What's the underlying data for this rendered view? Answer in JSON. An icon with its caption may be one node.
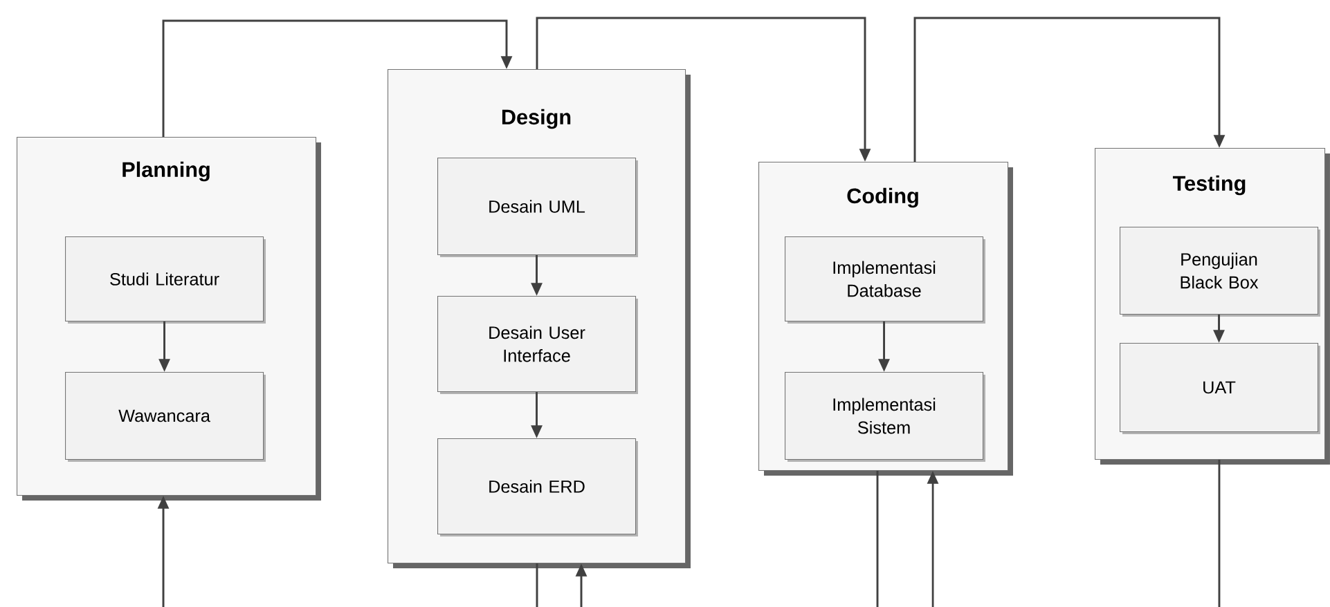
{
  "diagram": {
    "nodes": [
      {
        "text": [
          "Planning"
        ]
      },
      {
        "text": [
          "Studi Literatur"
        ],
        "in": 0
      },
      {
        "text": [
          "Wawancara"
        ],
        "in": 0
      },
      {
        "text": [
          "Design"
        ]
      },
      {
        "text": [
          "Desain UML"
        ],
        "in": 3
      },
      {
        "text": [
          "Desain User Interface"
        ],
        "in": 3
      },
      {
        "text": [
          "Desain ERD"
        ],
        "in": 3
      },
      {
        "text": [
          "Coding"
        ]
      },
      {
        "text": [
          "Implementasi Database"
        ],
        "in": 7
      },
      {
        "text": [
          "Implementasi Sistem"
        ],
        "in": 7
      },
      {
        "text": [
          "Testing"
        ]
      },
      {
        "text": [
          "Pengujian Black Box"
        ],
        "in": 10
      },
      {
        "text": [
          "UAT"
        ],
        "in": 10
      }
    ],
    "edges": [
      {
        "from": 0,
        "to": 3,
        "arrow": "to"
      },
      {
        "from": 3,
        "to": 7,
        "arrow": "to"
      },
      {
        "from": 7,
        "to": 10,
        "arrow": "to"
      },
      {
        "from": 1,
        "to": 2,
        "arrow": "to"
      },
      {
        "from": 4,
        "to": 5,
        "arrow": "to"
      },
      {
        "from": 5,
        "to": 6,
        "arrow": "to"
      },
      {
        "from": 8,
        "to": 9,
        "arrow": "to"
      },
      {
        "from": 11,
        "to": 12,
        "arrow": "to"
      },
      {
        "from": null,
        "to": 0,
        "arrow": "to"
      },
      {
        "from": 3,
        "to": null,
        "arrow": "none"
      },
      {
        "from": null,
        "to": 3,
        "arrow": "to"
      },
      {
        "from": 7,
        "to": null,
        "arrow": "none"
      },
      {
        "from": null,
        "to": 7,
        "arrow": "to"
      },
      {
        "from": 10,
        "to": null,
        "arrow": "none"
      }
    ]
  }
}
